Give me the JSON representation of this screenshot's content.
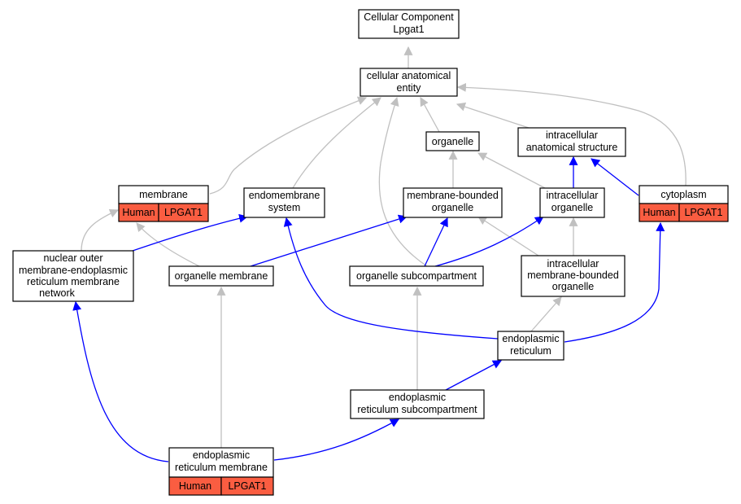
{
  "colors": {
    "gray_edge": "#c0c0c0",
    "blue_edge": "#0000ff",
    "annotation": "#fa5d41",
    "border": "#000000"
  },
  "nodes": {
    "root": [
      "Cellular Component",
      "Lpgat1"
    ],
    "cae": [
      "cellular anatomical",
      "entity"
    ],
    "organelle": [
      "organelle"
    ],
    "ias": [
      "intracellular",
      "anatomical structure"
    ],
    "membrane": [
      "membrane"
    ],
    "endomembrane": [
      "endomembrane",
      "system"
    ],
    "mbo": [
      "membrane-bounded",
      "organelle"
    ],
    "io": [
      "intracellular",
      "organelle"
    ],
    "cytoplasm": [
      "cytoplasm"
    ],
    "nomer": [
      "nuclear outer",
      "membrane-endoplasmic",
      "reticulum membrane",
      "network"
    ],
    "orgmem": [
      "organelle membrane"
    ],
    "orgsub": [
      "organelle subcompartment"
    ],
    "imbo": [
      "intracellular",
      "membrane-bounded",
      "organelle"
    ],
    "er": [
      "endoplasmic",
      "reticulum"
    ],
    "ersub": [
      "endoplasmic",
      "reticulum subcompartment"
    ],
    "ermem": [
      "endoplasmic",
      "reticulum membrane"
    ]
  },
  "annotations": {
    "membrane": [
      "Human",
      "LPGAT1"
    ],
    "cytoplasm": [
      "Human",
      "LPGAT1"
    ],
    "ermem": [
      "Human",
      "LPGAT1"
    ]
  }
}
